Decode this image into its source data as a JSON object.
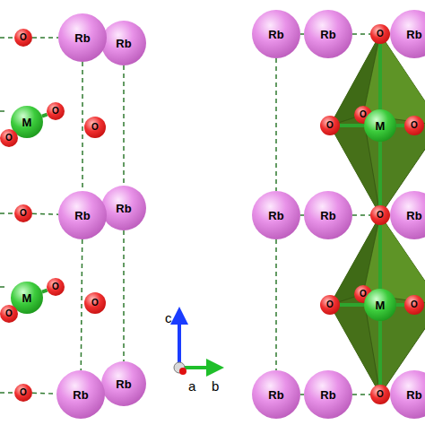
{
  "diagram": {
    "nodes": [
      {
        "text": [
          "O"
        ]
      },
      {
        "text": [
          "Rb"
        ]
      },
      {
        "text": [
          "Rb"
        ]
      },
      {
        "text": [
          "M"
        ]
      },
      {
        "text": [
          "O"
        ]
      },
      {
        "text": [
          "O"
        ]
      },
      {
        "text": [
          "O"
        ]
      },
      {
        "text": [
          "O"
        ]
      },
      {
        "text": [
          "Rb"
        ]
      },
      {
        "text": [
          "Rb"
        ]
      },
      {
        "text": [
          "M"
        ]
      },
      {
        "text": [
          "O"
        ]
      },
      {
        "text": [
          "O"
        ]
      },
      {
        "text": [
          "O"
        ]
      },
      {
        "text": [
          "O"
        ]
      },
      {
        "text": [
          "Rb"
        ]
      },
      {
        "text": [
          "Rb"
        ]
      },
      {
        "text": [
          "Rb"
        ]
      },
      {
        "text": [
          "Rb"
        ]
      },
      {
        "text": [
          "O"
        ]
      },
      {
        "text": [
          "Rb"
        ]
      },
      {
        "text": [
          "O"
        ]
      },
      {
        "text": [
          "O"
        ]
      },
      {
        "text": [
          "M"
        ]
      },
      {
        "text": [
          "O"
        ]
      },
      {
        "text": [
          "Rb"
        ]
      },
      {
        "text": [
          "Rb"
        ]
      },
      {
        "text": [
          "O"
        ]
      },
      {
        "text": [
          "Rb"
        ]
      },
      {
        "text": [
          "O"
        ]
      },
      {
        "text": [
          "O"
        ]
      },
      {
        "text": [
          "M"
        ]
      },
      {
        "text": [
          "O"
        ]
      },
      {
        "text": [
          "Rb"
        ]
      },
      {
        "text": [
          "Rb"
        ]
      },
      {
        "text": [
          "O"
        ]
      },
      {
        "text": [
          "Rb"
        ]
      }
    ],
    "edges": [
      {
        "from": 0,
        "to": 1,
        "arrow": "none"
      },
      {
        "from": 1,
        "to": 8,
        "arrow": "none"
      },
      {
        "from": 8,
        "to": 15,
        "arrow": "none"
      },
      {
        "from": 2,
        "to": 9,
        "arrow": "none"
      },
      {
        "from": 9,
        "to": 16,
        "arrow": "none"
      },
      {
        "from": 7,
        "to": 8,
        "arrow": "none"
      },
      {
        "from": 14,
        "to": 15,
        "arrow": "none"
      },
      {
        "from": 3,
        "to": 4,
        "arrow": "none"
      },
      {
        "from": 10,
        "to": 11,
        "arrow": "none"
      },
      {
        "from": 17,
        "to": 18,
        "arrow": "none"
      },
      {
        "from": 18,
        "to": 19,
        "arrow": "none"
      },
      {
        "from": 25,
        "to": 26,
        "arrow": "none"
      },
      {
        "from": 26,
        "to": 27,
        "arrow": "none"
      },
      {
        "from": 33,
        "to": 34,
        "arrow": "none"
      },
      {
        "from": 34,
        "to": 35,
        "arrow": "none"
      },
      {
        "from": 17,
        "to": 25,
        "arrow": "none"
      },
      {
        "from": 25,
        "to": 33,
        "arrow": "none"
      },
      {
        "from": 23,
        "to": 19,
        "arrow": "none"
      },
      {
        "from": 23,
        "to": 27,
        "arrow": "none"
      },
      {
        "from": 23,
        "to": 21,
        "arrow": "none"
      },
      {
        "from": 23,
        "to": 22,
        "arrow": "none"
      },
      {
        "from": 23,
        "to": 24,
        "arrow": "none"
      },
      {
        "from": 31,
        "to": 27,
        "arrow": "none"
      },
      {
        "from": 31,
        "to": 35,
        "arrow": "none"
      },
      {
        "from": 31,
        "to": 29,
        "arrow": "none"
      },
      {
        "from": 31,
        "to": 30,
        "arrow": "none"
      },
      {
        "from": 31,
        "to": 32,
        "arrow": "none"
      }
    ],
    "labels": [
      "c",
      "a",
      "b"
    ]
  }
}
